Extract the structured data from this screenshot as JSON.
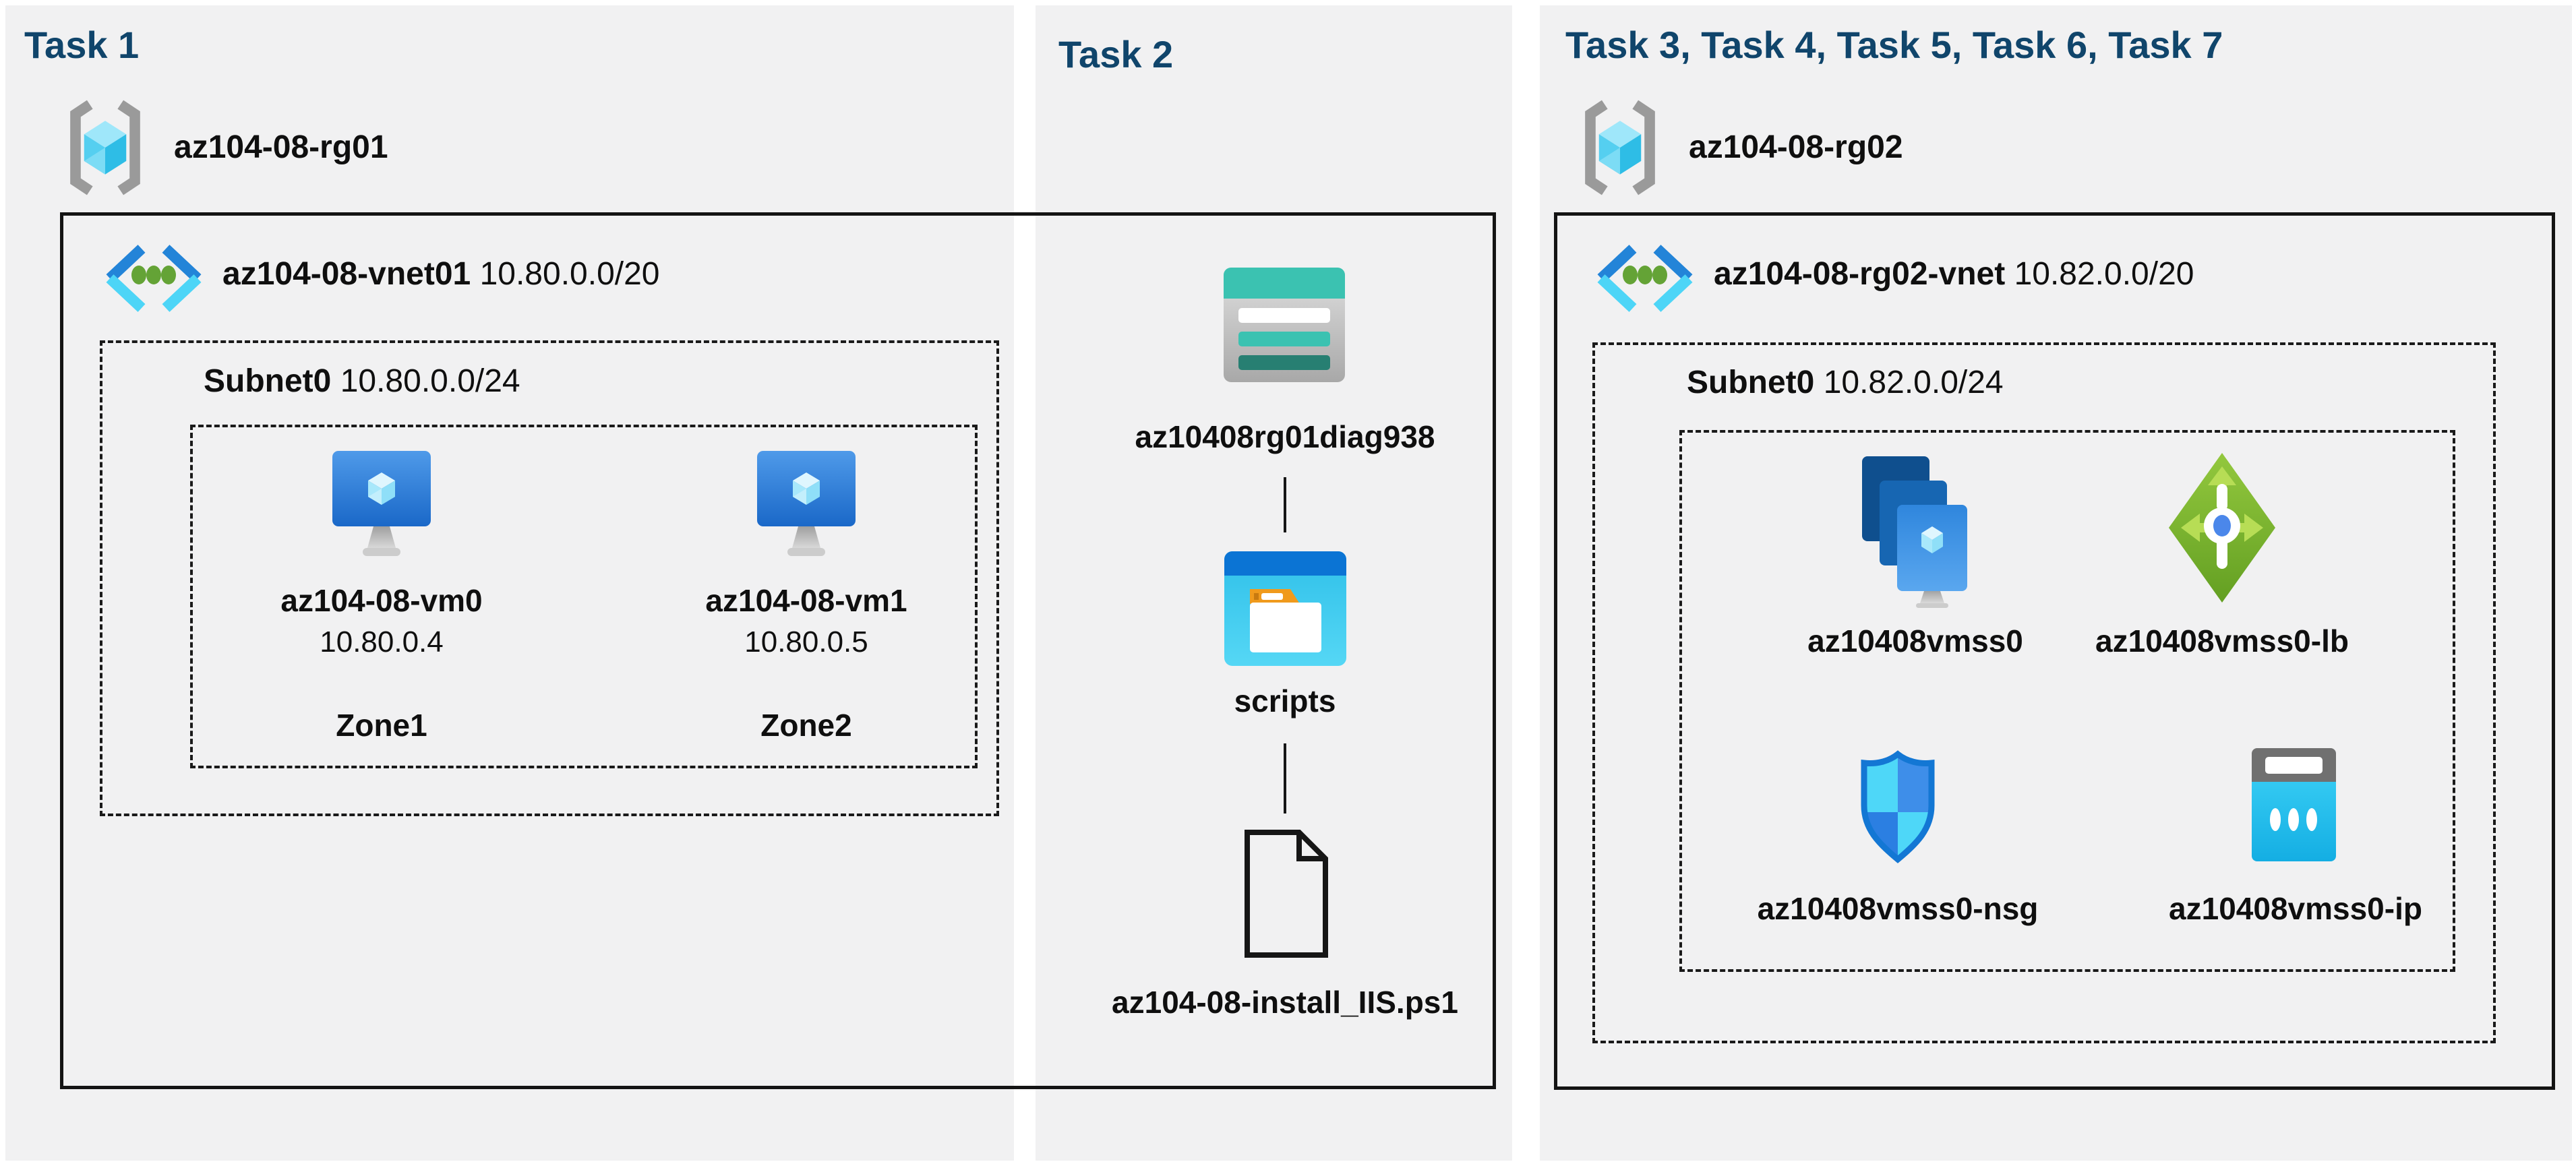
{
  "page": {
    "title": "Azure lab 08 architecture diagram",
    "colors": {
      "column_background": "#f1f1f2",
      "heading_blue": "#10456b",
      "teal_storage": "#3bc2b1",
      "green_lb": "#7db530",
      "blue_vm": "#2b7fd9",
      "cyan_vnet": "#4dd5f7"
    }
  },
  "task1": {
    "heading": "Task 1",
    "resource_group": "az104-08-rg01",
    "vnet": {
      "name": "az104-08-vnet01",
      "cidr": "10.80.0.0/20"
    },
    "subnet": {
      "name": "Subnet0",
      "cidr": "10.80.0.0/24"
    },
    "vms": [
      {
        "name": "az104-08-vm0",
        "ip": "10.80.0.4",
        "zone": "Zone1"
      },
      {
        "name": "az104-08-vm1",
        "ip": "10.80.0.5",
        "zone": "Zone2"
      }
    ]
  },
  "task2": {
    "heading": "Task 2",
    "storage_account": "az10408rg01diag938",
    "container": "scripts",
    "file": "az104-08-install_IIS.ps1"
  },
  "task3to7": {
    "heading": "Task 3, Task 4, Task 5, Task 6, Task 7",
    "resource_group": "az104-08-rg02",
    "vnet": {
      "name": "az104-08-rg02-vnet",
      "cidr": "10.82.0.0/20"
    },
    "subnet": {
      "name": "Subnet0",
      "cidr": "10.82.0.0/24"
    },
    "vm_scale_set": "az10408vmss0",
    "load_balancer": "az10408vmss0-lb",
    "network_security_group": "az10408vmss0-nsg",
    "public_ip": "az10408vmss0-ip"
  }
}
